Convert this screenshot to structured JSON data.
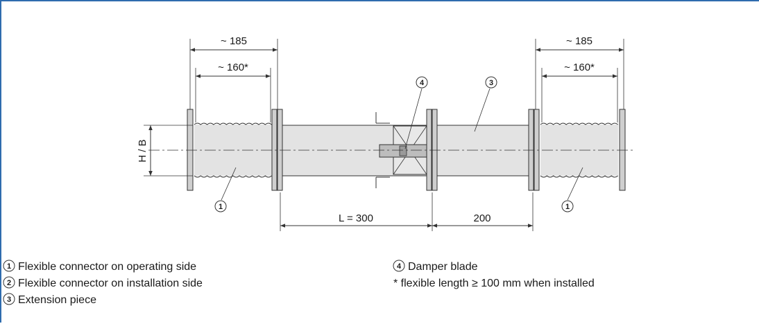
{
  "dimensions": {
    "left_outer": "~ 185",
    "left_inner": "~ 160*",
    "right_outer": "~ 185",
    "right_inner": "~ 160*",
    "height_label": "H / B",
    "length_label": "L = 300",
    "extension_length": "200"
  },
  "callouts": {
    "c1_left": "1",
    "c1_right": "1",
    "c3": "3",
    "c4": "4"
  },
  "legend": {
    "items_left": [
      {
        "num": "1",
        "text": "Flexible connector on operating side"
      },
      {
        "num": "2",
        "text": "Flexible connector on installation side"
      },
      {
        "num": "3",
        "text": "Extension piece"
      }
    ],
    "items_right": [
      {
        "num": "4",
        "text": "Damper blade"
      }
    ],
    "footnote": "* flexible length ≥ 100 mm when installed"
  },
  "colors": {
    "frame": "#2f6cae",
    "body_fill": "#e3e3e3",
    "flange_fill": "#cfcfcf",
    "line": "#333333"
  }
}
